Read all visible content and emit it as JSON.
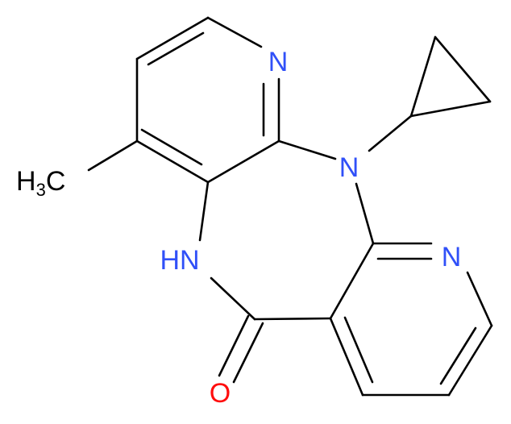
{
  "structure": {
    "atom_labels": {
      "n_top": "N",
      "n_bridge": "N",
      "n_right": "N",
      "nh": "HN",
      "oxygen": "O",
      "methyl_h": "H",
      "methyl_sub": "3",
      "methyl_c": "C"
    },
    "colors": {
      "bond": "#000000",
      "nitrogen": "#3050F8",
      "oxygen": "#FF0D0D",
      "carbon": "#000000"
    }
  }
}
